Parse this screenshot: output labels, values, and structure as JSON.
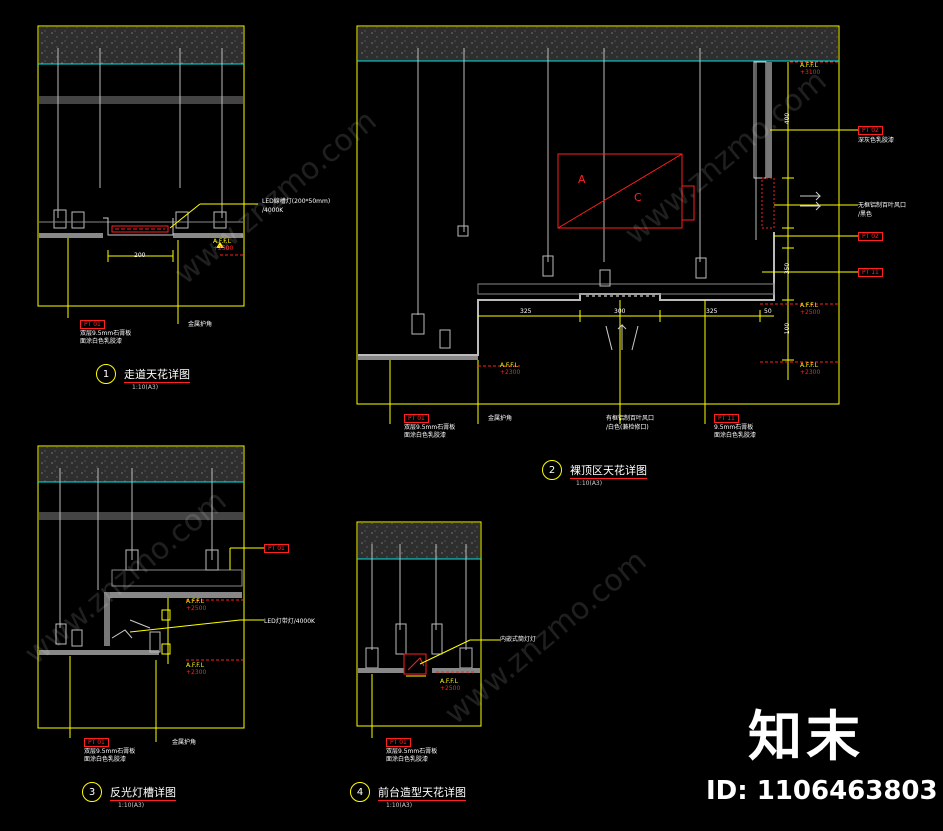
{
  "details": [
    {
      "number": "1",
      "title": "走道天花详图",
      "scale": "1:10(A3)"
    },
    {
      "number": "2",
      "title": "裸顶区天花详图",
      "scale": "1:10(A3)"
    },
    {
      "number": "3",
      "title": "反光灯槽详图",
      "scale": "1:10(A3)"
    },
    {
      "number": "4",
      "title": "前台造型天花详图",
      "scale": "1:10(A3)"
    }
  ],
  "tags": {
    "pt01": "PT  01",
    "pt02": "PT  02",
    "pt11": "PT  11"
  },
  "level_label": "A.F.F.L",
  "levels": {
    "l2500": "+2500",
    "l2300": "+2300",
    "l3100": "+3100"
  },
  "notes": {
    "led_strip_200x50": "LED線槽灯(200*50mm)",
    "temp_4000k": "/4000K",
    "led_strip_4000k": "LED灯带灯/4000K",
    "metal_corner": "金属护角",
    "gypsum_a": "双层9.5mm石膏板",
    "gypsum_b": "面涂白色乳胶漆",
    "gypsum11_a": "9.5mm石膏板",
    "gypsum11_b": "面涂白色乳胶漆",
    "pt02_note": "深灰色乳胶漆",
    "vent_1": "无框铝制百叶风口",
    "vent_2": "/黑色",
    "vent_b1": "有框铝制百叶风口",
    "vent_b2": "/白色(兼检修口)",
    "downlight": "内嵌式筒灯灯"
  },
  "dims": {
    "d200": "200",
    "d325": "325",
    "d300": "300",
    "d50": "50",
    "d400": "400",
    "d350": "350",
    "d100": "100"
  },
  "duct_letters": {
    "a": "A",
    "c": "C"
  },
  "watermark": {
    "brand": "知末",
    "id": "ID: 1106463803",
    "url": "www.znzmo.com"
  },
  "colors": {
    "yellow": "#ffff00",
    "red": "#ff2020",
    "cyan": "#00e5e5",
    "white": "#ffffff",
    "gray": "#bdbdbd"
  }
}
